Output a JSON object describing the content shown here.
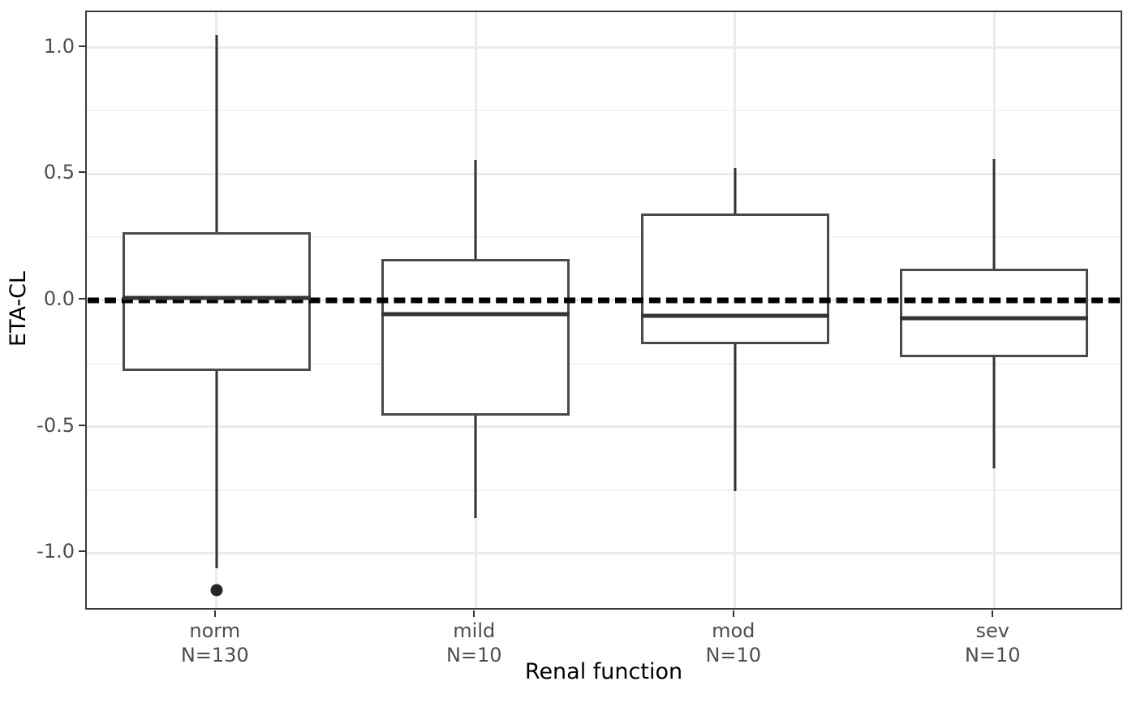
{
  "chart_data": {
    "type": "box",
    "title": "",
    "xlabel": "Renal function",
    "ylabel": "ETA-CL",
    "categories": [
      "norm",
      "mild",
      "mod",
      "sev"
    ],
    "group_counts": [
      "N=130",
      "N=10",
      "N=10",
      "N=10"
    ],
    "x_tick_labels": [
      {
        "category": "norm",
        "count": "N=130"
      },
      {
        "category": "mild",
        "count": "N=10"
      },
      {
        "category": "mod",
        "count": "N=10"
      },
      {
        "category": "sev",
        "count": "N=10"
      }
    ],
    "y_major_ticks": [
      1.0,
      0.5,
      0.0,
      -0.5,
      -1.0
    ],
    "y_major_tick_labels": [
      "1.0",
      "0.5",
      "0.0",
      "-0.5",
      "-1.0"
    ],
    "y_minor_ticks": [
      0.75,
      0.25,
      -0.25,
      -0.75
    ],
    "ylim": [
      -1.23,
      1.14
    ],
    "grid": true,
    "legend": "none",
    "reference_line": {
      "y": 0.0,
      "style": "dashed",
      "color": "#000000"
    },
    "boxes": [
      {
        "category": "norm",
        "n": 130,
        "whisker_low": -1.06,
        "q1": -0.28,
        "median": 0.01,
        "q3": 0.27,
        "whisker_high": 1.05,
        "outliers": [
          -1.145
        ]
      },
      {
        "category": "mild",
        "n": 10,
        "whisker_low": -0.86,
        "q1": -0.455,
        "median": -0.055,
        "q3": 0.165,
        "whisker_high": 0.555,
        "outliers": []
      },
      {
        "category": "mod",
        "n": 10,
        "whisker_low": -0.755,
        "q1": -0.175,
        "median": -0.06,
        "q3": 0.345,
        "whisker_high": 0.525,
        "outliers": []
      },
      {
        "category": "sev",
        "n": 10,
        "whisker_low": -0.665,
        "q1": -0.225,
        "median": -0.07,
        "q3": 0.125,
        "whisker_high": 0.56,
        "outliers": []
      }
    ],
    "colors": {
      "box_border": "#4a4a4a",
      "box_fill": "#ffffff",
      "whisker": "#333333",
      "median": "#333333",
      "outlier": "#262626",
      "gridline_major": "#ebebeb",
      "gridline_minor": "#f2f2f2",
      "panel_border": "#3b3b3b",
      "tick_label": "#4d4d4d",
      "axis_title": "#000000",
      "panel_background": "#ffffff"
    }
  }
}
